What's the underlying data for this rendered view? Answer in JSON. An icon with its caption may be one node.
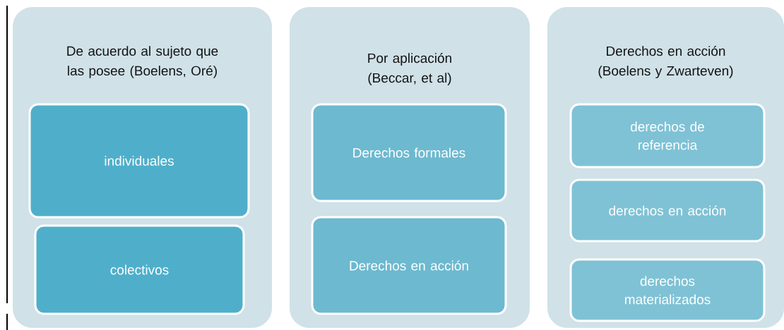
{
  "diagram": {
    "nodes": [
      {
        "text": [
          "De acuerdo al sujeto que las posee (Boelens, Oré)"
        ]
      },
      {
        "text": [
          "individuales"
        ],
        "in": 0
      },
      {
        "text": [
          "colectivos"
        ],
        "in": 0
      },
      {
        "text": [
          "Por aplicación (Beccar, et al)"
        ]
      },
      {
        "text": [
          "Derechos formales"
        ],
        "in": 3
      },
      {
        "text": [
          "Derechos en acción"
        ],
        "in": 3
      },
      {
        "text": [
          "Derechos en acción (Boelens y Zwarteven)"
        ]
      },
      {
        "text": [
          "derechos de referencia"
        ],
        "in": 6
      },
      {
        "text": [
          "derechos en acción"
        ],
        "in": 6
      },
      {
        "text": [
          "derechos materializados"
        ],
        "in": 6
      }
    ]
  }
}
